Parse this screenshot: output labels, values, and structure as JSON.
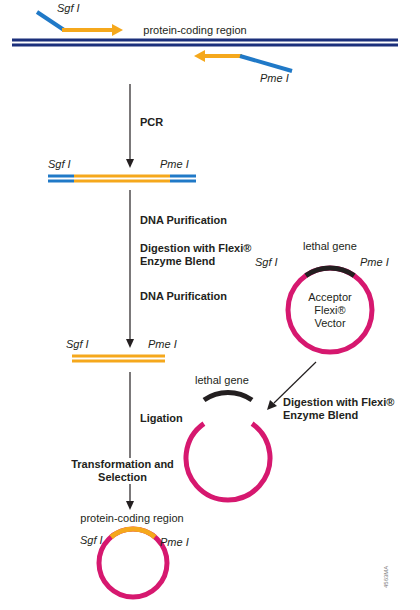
{
  "diagram": {
    "nodes": [
      {
        "text": [
          "Acceptor Flexi® Vector"
        ]
      }
    ],
    "labels": [
      "Sgf I",
      "protein-coding region",
      "Pme I",
      "PCR",
      "Sgf I",
      "Pme I",
      "DNA Purification",
      "Digestion with Flexi® Enzyme Blend",
      "DNA Purification",
      "Sgf I",
      "Pme I",
      "lethal gene",
      "Sgf I",
      "Pme I",
      "lethal gene",
      "Digestion with Flexi® Enzyme Blend",
      "Ligation",
      "Transformation and Selection",
      "protein-coding region",
      "Sgf I",
      "Pme I",
      "4563MA"
    ]
  }
}
